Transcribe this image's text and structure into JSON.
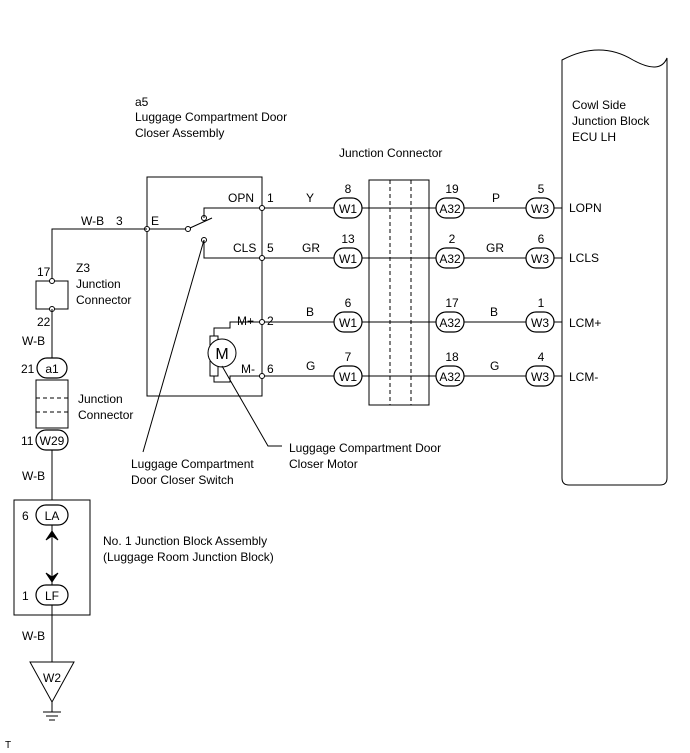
{
  "components": {
    "closer_assembly": {
      "code": "a5",
      "name_line1": "Luggage Compartment Door",
      "name_line2": "Closer Assembly"
    },
    "junction_connector_top": {
      "name": "Junction Connector"
    },
    "ecu": {
      "line1": "Cowl Side",
      "line2": "Junction Block",
      "line3": "ECU LH"
    },
    "z3": {
      "code": "Z3",
      "line1": "Junction",
      "line2": "Connector",
      "pin_top": "17",
      "pin_bottom": "22"
    },
    "left_junction_connector": {
      "line1": "Junction",
      "line2": "Connector"
    },
    "switch_label": {
      "line1": "Luggage Compartment",
      "line2": "Door Closer Switch"
    },
    "motor_label": {
      "line1": "Luggage Compartment Door",
      "line2": "Closer Motor",
      "symbol": "M"
    },
    "junction_block": {
      "line1": "No. 1 Junction Block Assembly",
      "line2": "(Luggage Room Junction Block)"
    },
    "ground": {
      "code": "W2"
    }
  },
  "pins": {
    "ground_pin": "3",
    "ground_name": "E",
    "opn_name": "OPN",
    "opn_pin": "1",
    "cls_name": "CLS",
    "cls_pin": "5",
    "mplus_name": "M+",
    "mplus_pin": "2",
    "mminus_name": "M-",
    "mminus_pin": "6"
  },
  "rows": [
    {
      "color": "Y",
      "w1_pin": "8",
      "a32_pin": "19",
      "color2": "P",
      "w3_pin": "5",
      "ecu_term": "LOPN"
    },
    {
      "color": "GR",
      "w1_pin": "13",
      "a32_pin": "2",
      "color2": "GR",
      "w3_pin": "6",
      "ecu_term": "LCLS"
    },
    {
      "color": "B",
      "w1_pin": "6",
      "a32_pin": "17",
      "color2": "B",
      "w3_pin": "1",
      "ecu_term": "LCM+"
    },
    {
      "color": "G",
      "w1_pin": "7",
      "a32_pin": "18",
      "color2": "G",
      "w3_pin": "4",
      "ecu_term": "LCM-"
    }
  ],
  "connectors": {
    "w1": "W1",
    "a32": "A32",
    "w3": "W3"
  },
  "left_chain": {
    "wire_top": "W-B",
    "wire_a1": "W-B",
    "a1_pin": "21",
    "a1": "a1",
    "w29_pin": "11",
    "w29": "W29",
    "wire_w29": "W-B",
    "la_pin": "6",
    "la": "LA",
    "lf_pin": "1",
    "lf": "LF",
    "wire_bottom": "W-B"
  },
  "corner_mark": "T"
}
